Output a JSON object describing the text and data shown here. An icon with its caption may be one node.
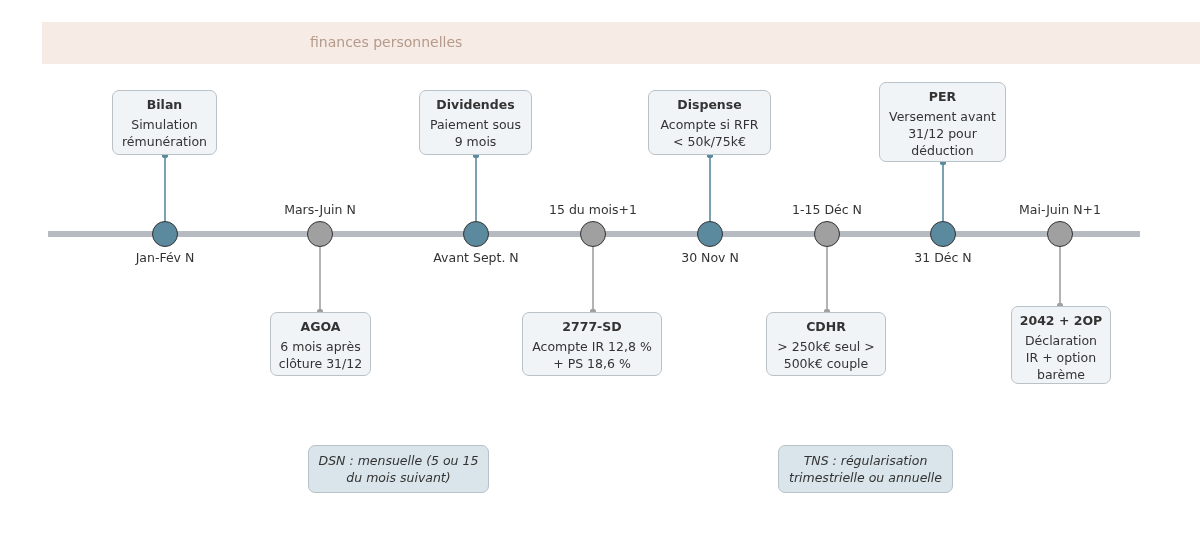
{
  "diagram": {
    "nodes": [
      {
        "text": [],
        "shape": "circle",
        "beside": [
          "Jan-Fév N"
        ]
      },
      {
        "text": [],
        "shape": "circle",
        "beside": [
          "Mars-Juin N"
        ]
      },
      {
        "text": [],
        "shape": "circle",
        "beside": [
          "Avant Sept. N"
        ]
      },
      {
        "text": [],
        "shape": "circle",
        "beside": [
          "15 du mois+1"
        ]
      },
      {
        "text": [],
        "shape": "circle",
        "beside": [
          "30 Nov N"
        ]
      },
      {
        "text": [],
        "shape": "circle",
        "beside": [
          "1-15 Déc N"
        ]
      },
      {
        "text": [],
        "shape": "circle",
        "beside": [
          "31 Déc N"
        ]
      },
      {
        "text": [],
        "shape": "circle",
        "beside": [
          "Mai-Juin N+1"
        ]
      },
      {
        "text": [
          "Bilan",
          "Simulation rémunération"
        ]
      },
      {
        "text": [
          "AGOA",
          "6 mois après clôture 31/12"
        ]
      },
      {
        "text": [
          "Dividendes",
          "Paiement sous 9 mois"
        ]
      },
      {
        "text": [
          "2777-SD",
          "Acompte IR 12,8 % + PS 18,6 %"
        ]
      },
      {
        "text": [
          "Dispense",
          "Acompte si RFR < 50k/75k€"
        ]
      },
      {
        "text": [
          "CDHR",
          "> 250k€ seul > 500k€ couple"
        ]
      },
      {
        "text": [
          "PER",
          "Versement avant 31/12 pour déduction"
        ]
      },
      {
        "text": [
          "2042 + 2OP",
          "Déclaration IR + option barème"
        ]
      },
      {
        "text": [
          "DSN : mensuelle (5 ou 15 du mois suivant)"
        ]
      },
      {
        "text": [
          "TNS : régularisation trimestrielle ou annuelle"
        ]
      }
    ],
    "edges": [
      {
        "from": 0,
        "to": 8,
        "arrow": "other",
        "color": "#5b8a9e"
      },
      {
        "from": 1,
        "to": 9,
        "arrow": "other"
      },
      {
        "from": 2,
        "to": 10,
        "arrow": "other",
        "color": "#5b8a9e"
      },
      {
        "from": 3,
        "to": 11,
        "arrow": "other"
      },
      {
        "from": 4,
        "to": 12,
        "arrow": "other",
        "color": "#5b8a9e"
      },
      {
        "from": 5,
        "to": 13,
        "arrow": "other"
      },
      {
        "from": 6,
        "to": 14,
        "arrow": "other",
        "color": "#5b8a9e"
      },
      {
        "from": 7,
        "to": 15,
        "arrow": "other"
      }
    ],
    "labels": [
      "finances personnelles"
    ]
  }
}
